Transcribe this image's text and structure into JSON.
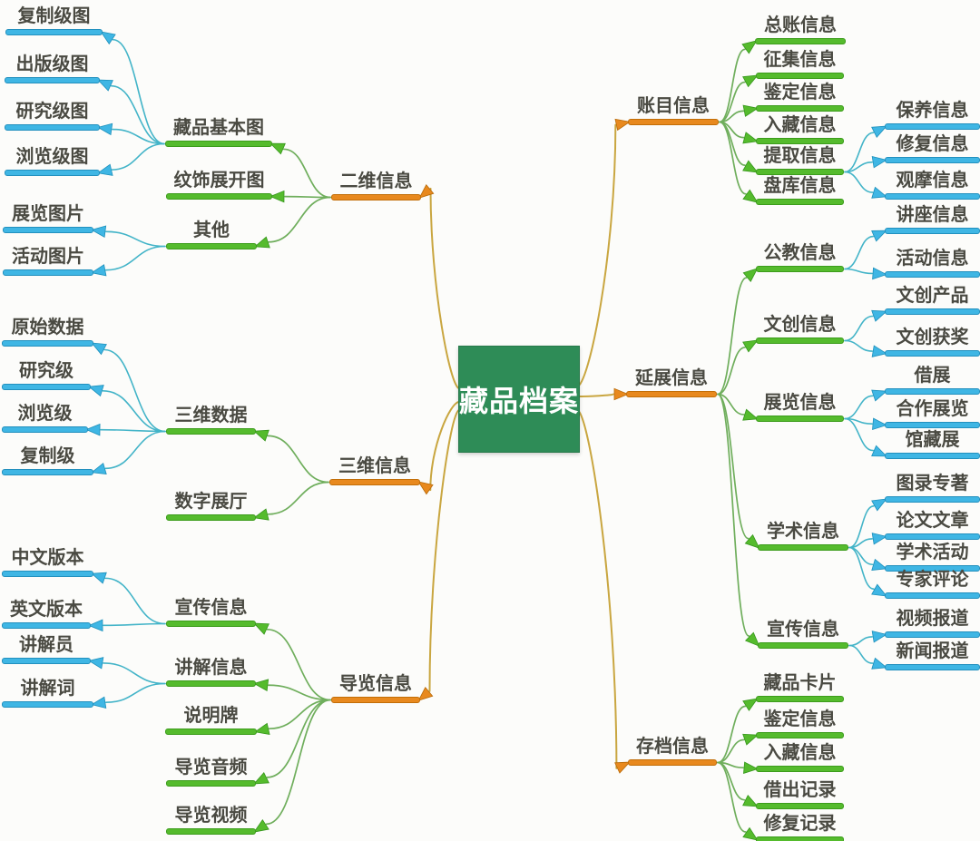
{
  "center": {
    "label": "藏品档案"
  },
  "colors": {
    "background": "#FCFCFA",
    "text": "#4A4A42",
    "center_bg": "#2E8C57",
    "center_text": "#FFFFFF",
    "level1_orange": "#E8891E",
    "level2_green": "#55BB2D",
    "level3_cyan": "#3FB6E4",
    "line_root": "#C9A640",
    "line_mid": "#6FAE5C",
    "line_leaf": "#43B4C8"
  },
  "branches": [
    {
      "id": "2d-info",
      "side": "left",
      "label": "二维信息",
      "children": [
        {
          "id": "basic-images",
          "label": "藏品基本图",
          "children": [
            {
              "id": "copy-level-img",
              "label": "复制级图"
            },
            {
              "id": "publish-level-img",
              "label": "出版级图"
            },
            {
              "id": "research-level-img",
              "label": "研究级图"
            },
            {
              "id": "browse-level-img",
              "label": "浏览级图"
            }
          ]
        },
        {
          "id": "pattern-unfolded",
          "label": "纹饰展开图",
          "children": []
        },
        {
          "id": "other",
          "label": "其他",
          "children": [
            {
              "id": "exhibition-photos",
              "label": "展览图片"
            },
            {
              "id": "activity-photos",
              "label": "活动图片"
            }
          ]
        }
      ]
    },
    {
      "id": "3d-info",
      "side": "left",
      "label": "三维信息",
      "children": [
        {
          "id": "3d-data",
          "label": "三维数据",
          "children": [
            {
              "id": "raw-data",
              "label": "原始数据"
            },
            {
              "id": "research-level",
              "label": "研究级"
            },
            {
              "id": "browse-level",
              "label": "浏览级"
            },
            {
              "id": "copy-level",
              "label": "复制级"
            }
          ]
        },
        {
          "id": "digital-hall",
          "label": "数字展厅",
          "children": []
        }
      ]
    },
    {
      "id": "guide-info",
      "side": "left",
      "label": "导览信息",
      "children": [
        {
          "id": "promo-info-left",
          "label": "宣传信息",
          "children": [
            {
              "id": "chinese-version",
              "label": "中文版本"
            },
            {
              "id": "english-version",
              "label": "英文版本"
            }
          ]
        },
        {
          "id": "explain-info",
          "label": "讲解信息",
          "children": [
            {
              "id": "docent",
              "label": "讲解员"
            },
            {
              "id": "explain-script",
              "label": "讲解词"
            }
          ]
        },
        {
          "id": "info-plate",
          "label": "说明牌",
          "children": []
        },
        {
          "id": "guide-audio",
          "label": "导览音频",
          "children": []
        },
        {
          "id": "guide-video",
          "label": "导览视频",
          "children": []
        }
      ]
    },
    {
      "id": "account-info",
      "side": "right",
      "label": "账目信息",
      "children": [
        {
          "id": "ledger-info",
          "label": "总账信息",
          "children": []
        },
        {
          "id": "solicit-info",
          "label": "征集信息",
          "children": []
        },
        {
          "id": "appraisal-info-1",
          "label": "鉴定信息",
          "children": []
        },
        {
          "id": "accession-info-1",
          "label": "入藏信息",
          "children": []
        },
        {
          "id": "retrieval-info",
          "label": "提取信息",
          "children": [
            {
              "id": "maintain-info",
              "label": "保养信息"
            },
            {
              "id": "repair-info",
              "label": "修复信息"
            },
            {
              "id": "viewing-info",
              "label": "观摩信息"
            }
          ]
        },
        {
          "id": "inventory-info",
          "label": "盘库信息",
          "children": []
        }
      ]
    },
    {
      "id": "extension-info",
      "side": "right",
      "label": "延展信息",
      "children": [
        {
          "id": "public-edu-info",
          "label": "公教信息",
          "children": [
            {
              "id": "lecture-info",
              "label": "讲座信息"
            },
            {
              "id": "activity-info",
              "label": "活动信息"
            }
          ]
        },
        {
          "id": "cultural-creative-info",
          "label": "文创信息",
          "children": [
            {
              "id": "cc-products",
              "label": "文创产品"
            },
            {
              "id": "cc-awards",
              "label": "文创获奖"
            }
          ]
        },
        {
          "id": "exhibition-info",
          "label": "展览信息",
          "children": [
            {
              "id": "loan-exhibition",
              "label": "借展"
            },
            {
              "id": "joint-exhibition",
              "label": "合作展览"
            },
            {
              "id": "museum-exhibition",
              "label": "馆藏展"
            }
          ]
        },
        {
          "id": "academic-info",
          "label": "学术信息",
          "children": [
            {
              "id": "catalog-books",
              "label": "图录专著"
            },
            {
              "id": "papers-articles",
              "label": "论文文章"
            },
            {
              "id": "academic-activities",
              "label": "学术活动"
            },
            {
              "id": "expert-reviews",
              "label": "专家评论"
            }
          ]
        },
        {
          "id": "promo-info-right",
          "label": "宣传信息",
          "children": [
            {
              "id": "video-reports",
              "label": "视频报道"
            },
            {
              "id": "news-reports",
              "label": "新闻报道"
            }
          ]
        }
      ]
    },
    {
      "id": "archive-info",
      "side": "right",
      "label": "存档信息",
      "children": [
        {
          "id": "collection-card",
          "label": "藏品卡片",
          "children": []
        },
        {
          "id": "appraisal-info-2",
          "label": "鉴定信息",
          "children": []
        },
        {
          "id": "accession-info-2",
          "label": "入藏信息",
          "children": []
        },
        {
          "id": "loan-records",
          "label": "借出记录",
          "children": []
        },
        {
          "id": "repair-records",
          "label": "修复记录",
          "children": []
        }
      ]
    }
  ]
}
